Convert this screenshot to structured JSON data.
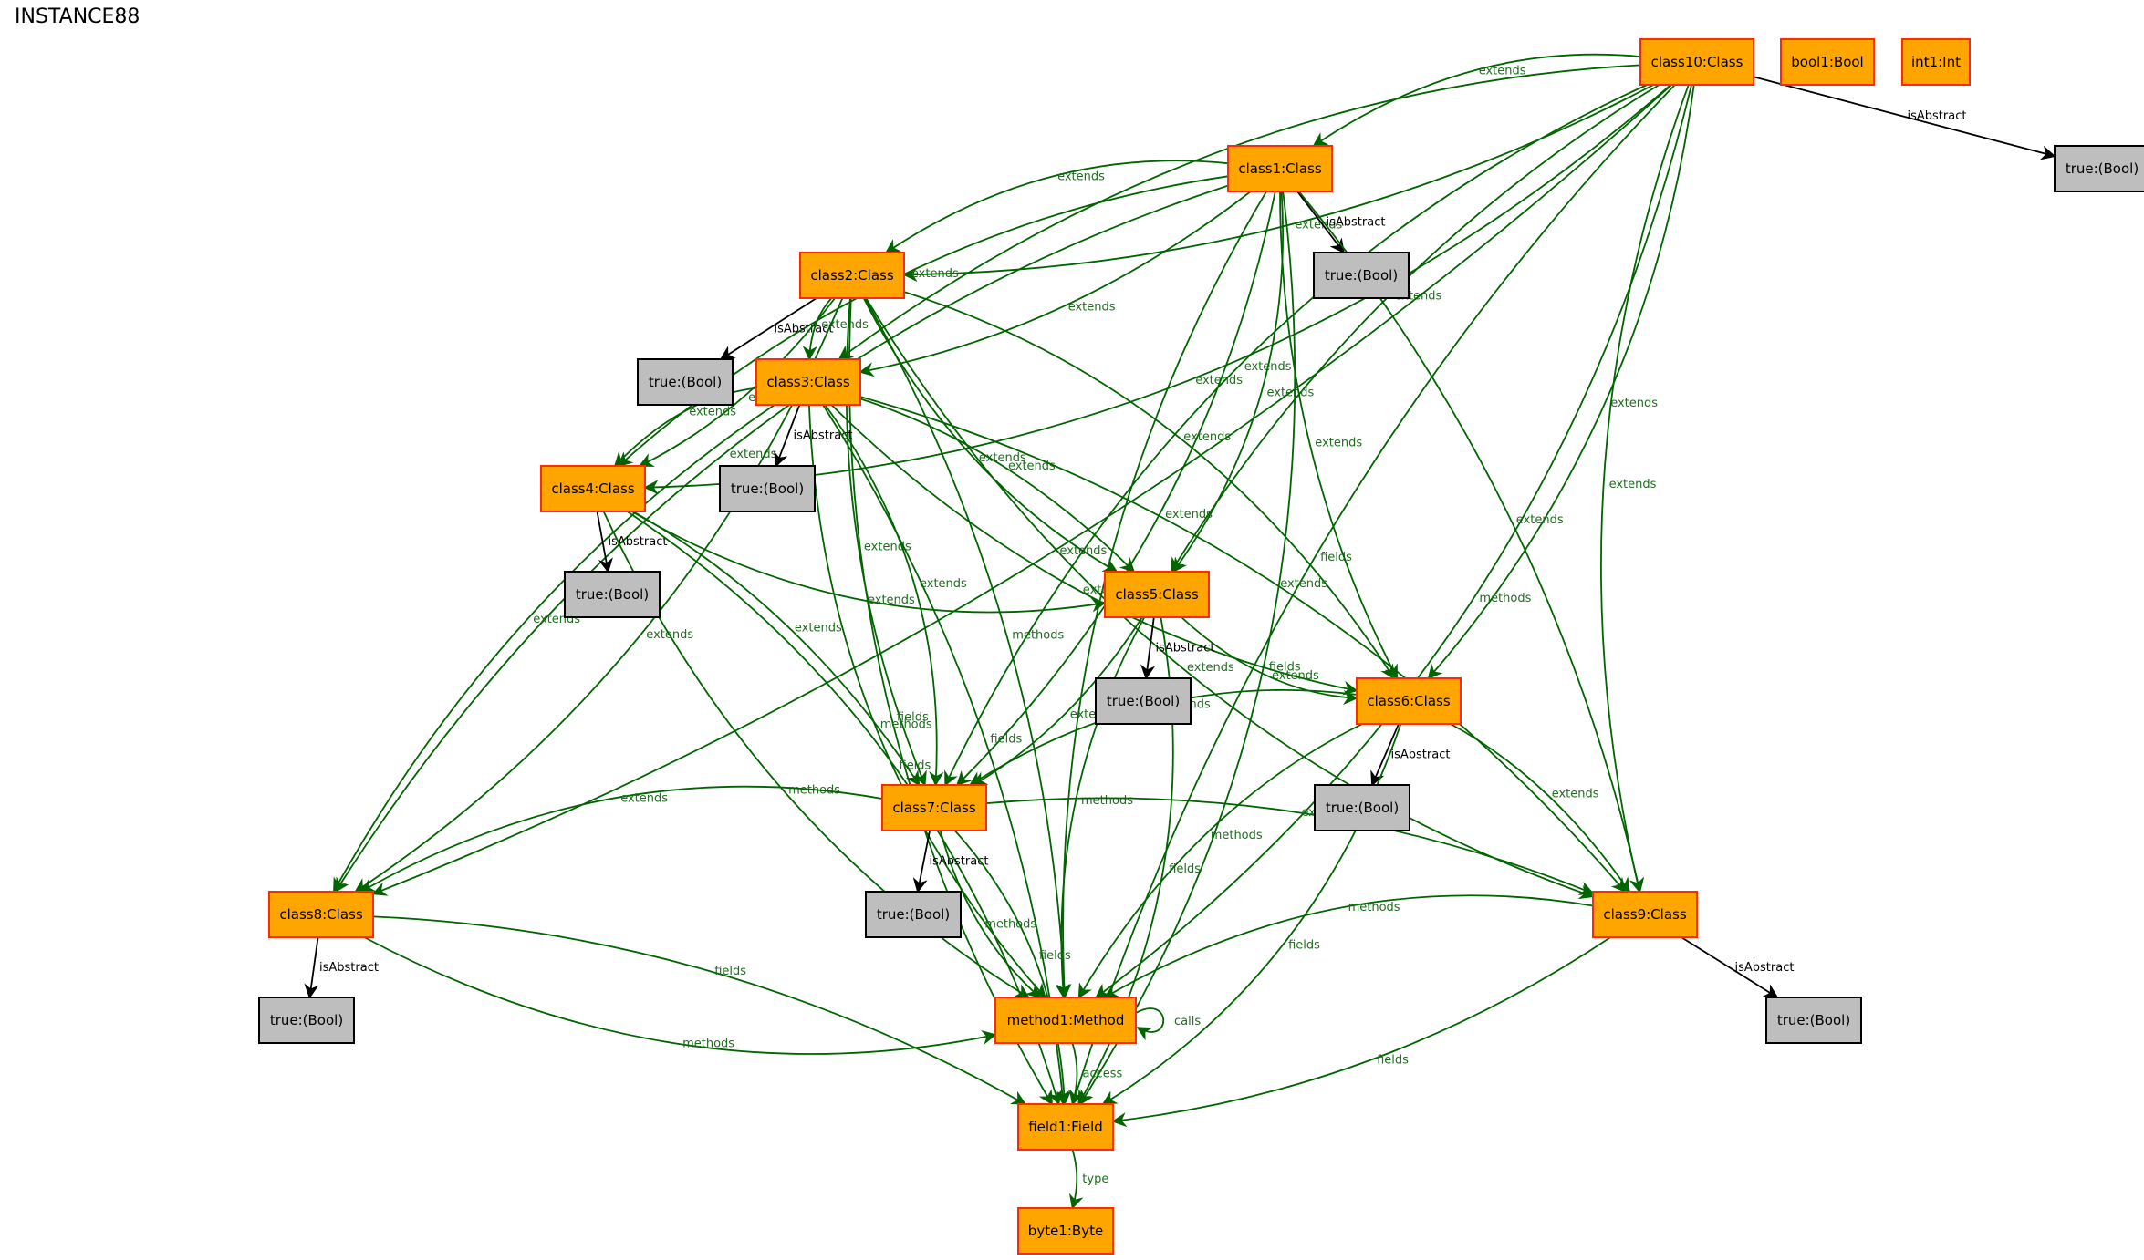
{
  "title": "INSTANCE88",
  "colors": {
    "node_fill": "#FFA500",
    "node_stroke": "#FF2A00",
    "value_fill": "#BEBEBE",
    "value_stroke": "#000000",
    "edge_green": "#006400",
    "edge_black": "#000000",
    "label_green": "#1E6E1E"
  },
  "nodes": [
    {
      "id": "class10",
      "label": "class10:Class",
      "kind": "object"
    },
    {
      "id": "bool1",
      "label": "bool1:Bool",
      "kind": "object"
    },
    {
      "id": "int1",
      "label": "int1:Int",
      "kind": "object"
    },
    {
      "id": "t10",
      "label": "true:(Bool)",
      "kind": "value"
    },
    {
      "id": "class1",
      "label": "class1:Class",
      "kind": "object"
    },
    {
      "id": "t1",
      "label": "true:(Bool)",
      "kind": "value"
    },
    {
      "id": "class2",
      "label": "class2:Class",
      "kind": "object"
    },
    {
      "id": "t2",
      "label": "true:(Bool)",
      "kind": "value"
    },
    {
      "id": "class3",
      "label": "class3:Class",
      "kind": "object"
    },
    {
      "id": "t3",
      "label": "true:(Bool)",
      "kind": "value"
    },
    {
      "id": "class4",
      "label": "class4:Class",
      "kind": "object"
    },
    {
      "id": "t4",
      "label": "true:(Bool)",
      "kind": "value"
    },
    {
      "id": "class5",
      "label": "class5:Class",
      "kind": "object"
    },
    {
      "id": "t5",
      "label": "true:(Bool)",
      "kind": "value"
    },
    {
      "id": "class6",
      "label": "class6:Class",
      "kind": "object"
    },
    {
      "id": "t6",
      "label": "true:(Bool)",
      "kind": "value"
    },
    {
      "id": "class7",
      "label": "class7:Class",
      "kind": "object"
    },
    {
      "id": "t7",
      "label": "true:(Bool)",
      "kind": "value"
    },
    {
      "id": "class8",
      "label": "class8:Class",
      "kind": "object"
    },
    {
      "id": "t8",
      "label": "true:(Bool)",
      "kind": "value"
    },
    {
      "id": "class9",
      "label": "class9:Class",
      "kind": "object"
    },
    {
      "id": "t9",
      "label": "true:(Bool)",
      "kind": "value"
    },
    {
      "id": "method1",
      "label": "method1:Method",
      "kind": "object"
    },
    {
      "id": "field1",
      "label": "field1:Field",
      "kind": "object"
    },
    {
      "id": "byte1",
      "label": "byte1:Byte",
      "kind": "object"
    }
  ],
  "edges": [
    {
      "from": "class10",
      "to": "t10",
      "label": "isAbstract"
    },
    {
      "from": "class10",
      "to": "class1",
      "label": "extends"
    },
    {
      "from": "class10",
      "to": "class2",
      "label": "extends"
    },
    {
      "from": "class10",
      "to": "class3",
      "label": "extends"
    },
    {
      "from": "class10",
      "to": "class4",
      "label": "extends"
    },
    {
      "from": "class10",
      "to": "class5",
      "label": "extends"
    },
    {
      "from": "class10",
      "to": "class6",
      "label": "extends"
    },
    {
      "from": "class10",
      "to": "class7",
      "label": "extends"
    },
    {
      "from": "class10",
      "to": "class8",
      "label": "extends"
    },
    {
      "from": "class10",
      "to": "class9",
      "label": "extends"
    },
    {
      "from": "class10",
      "to": "method1",
      "label": "methods"
    },
    {
      "from": "class10",
      "to": "field1",
      "label": "fields"
    },
    {
      "from": "class1",
      "to": "t1",
      "label": "isAbstract"
    },
    {
      "from": "class1",
      "to": "class2",
      "label": "extends"
    },
    {
      "from": "class1",
      "to": "class3",
      "label": "extends"
    },
    {
      "from": "class1",
      "to": "class4",
      "label": "extends"
    },
    {
      "from": "class1",
      "to": "class5",
      "label": "extends"
    },
    {
      "from": "class1",
      "to": "class6",
      "label": "extends"
    },
    {
      "from": "class1",
      "to": "class7",
      "label": "extends"
    },
    {
      "from": "class1",
      "to": "class8",
      "label": "extends"
    },
    {
      "from": "class1",
      "to": "class9",
      "label": "extends"
    },
    {
      "from": "class1",
      "to": "method1",
      "label": "methods"
    },
    {
      "from": "class1",
      "to": "field1",
      "label": "fields"
    },
    {
      "from": "class2",
      "to": "t2",
      "label": "isAbstract"
    },
    {
      "from": "class2",
      "to": "class3",
      "label": "extends"
    },
    {
      "from": "class2",
      "to": "class4",
      "label": "extends"
    },
    {
      "from": "class2",
      "to": "class5",
      "label": "extends"
    },
    {
      "from": "class2",
      "to": "class6",
      "label": "extends"
    },
    {
      "from": "class2",
      "to": "class7",
      "label": "extends"
    },
    {
      "from": "class2",
      "to": "class8",
      "label": "extends"
    },
    {
      "from": "class2",
      "to": "class9",
      "label": "extends"
    },
    {
      "from": "class2",
      "to": "method1",
      "label": "methods"
    },
    {
      "from": "class2",
      "to": "field1",
      "label": "fields"
    },
    {
      "from": "class3",
      "to": "t3",
      "label": "isAbstract"
    },
    {
      "from": "class3",
      "to": "class4",
      "label": "extends"
    },
    {
      "from": "class3",
      "to": "class5",
      "label": "extends"
    },
    {
      "from": "class3",
      "to": "class6",
      "label": "extends"
    },
    {
      "from": "class3",
      "to": "class7",
      "label": "extends"
    },
    {
      "from": "class3",
      "to": "class8",
      "label": "extends"
    },
    {
      "from": "class3",
      "to": "class9",
      "label": "extends"
    },
    {
      "from": "class3",
      "to": "method1",
      "label": "methods"
    },
    {
      "from": "class3",
      "to": "field1",
      "label": "fields"
    },
    {
      "from": "class4",
      "to": "t4",
      "label": "isAbstract"
    },
    {
      "from": "class4",
      "to": "class5",
      "label": "extends"
    },
    {
      "from": "class4",
      "to": "class7",
      "label": "extends"
    },
    {
      "from": "class4",
      "to": "method1",
      "label": "methods"
    },
    {
      "from": "class4",
      "to": "field1",
      "label": "fields"
    },
    {
      "from": "class5",
      "to": "t5",
      "label": "isAbstract"
    },
    {
      "from": "class5",
      "to": "class6",
      "label": "extends"
    },
    {
      "from": "class5",
      "to": "class7",
      "label": "extends"
    },
    {
      "from": "class5",
      "to": "method1",
      "label": "methods"
    },
    {
      "from": "class5",
      "to": "field1",
      "label": "fields"
    },
    {
      "from": "class6",
      "to": "t6",
      "label": "isAbstract"
    },
    {
      "from": "class6",
      "to": "class7",
      "label": "extends"
    },
    {
      "from": "class6",
      "to": "class9",
      "label": "extends"
    },
    {
      "from": "class6",
      "to": "method1",
      "label": "methods"
    },
    {
      "from": "class6",
      "to": "field1",
      "label": "fields"
    },
    {
      "from": "class7",
      "to": "t7",
      "label": "isAbstract"
    },
    {
      "from": "class7",
      "to": "class8",
      "label": "extends"
    },
    {
      "from": "class7",
      "to": "class9",
      "label": "extends"
    },
    {
      "from": "class7",
      "to": "method1",
      "label": "methods"
    },
    {
      "from": "class7",
      "to": "field1",
      "label": "fields"
    },
    {
      "from": "class8",
      "to": "t8",
      "label": "isAbstract"
    },
    {
      "from": "class8",
      "to": "method1",
      "label": "methods"
    },
    {
      "from": "class8",
      "to": "field1",
      "label": "fields"
    },
    {
      "from": "class9",
      "to": "t9",
      "label": "isAbstract"
    },
    {
      "from": "class9",
      "to": "method1",
      "label": "methods"
    },
    {
      "from": "class9",
      "to": "field1",
      "label": "fields"
    },
    {
      "from": "method1",
      "to": "method1",
      "label": "calls"
    },
    {
      "from": "method1",
      "to": "field1",
      "label": "access"
    },
    {
      "from": "field1",
      "to": "byte1",
      "label": "type"
    }
  ]
}
